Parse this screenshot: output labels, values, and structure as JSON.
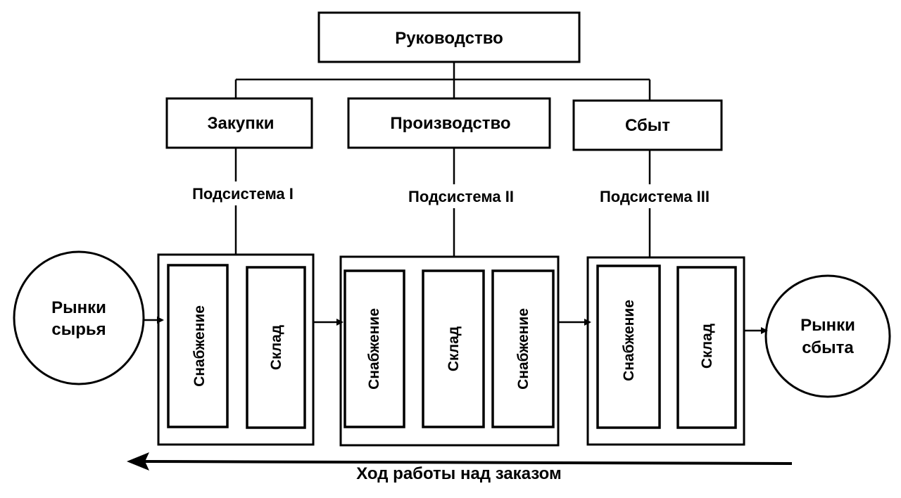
{
  "management": "Руководство",
  "departments": {
    "purchasing": "Закупки",
    "production": "Производство",
    "sales": "Сбыт"
  },
  "subsystems": {
    "one": "Подсистема I",
    "two": "Подсистема II",
    "three": "Подсистема III"
  },
  "blocks": {
    "one": [
      "Снабжение",
      "Склад"
    ],
    "two": [
      "Снабжение",
      "Склад",
      "Снабжение"
    ],
    "three": [
      "Снабжение",
      "Склад"
    ]
  },
  "markets": {
    "raw_line1": "Рынки",
    "raw_line2": "сырья",
    "sales_line1": "Рынки",
    "sales_line2": "сбыта"
  },
  "flow_label": "Ход работы над заказом"
}
